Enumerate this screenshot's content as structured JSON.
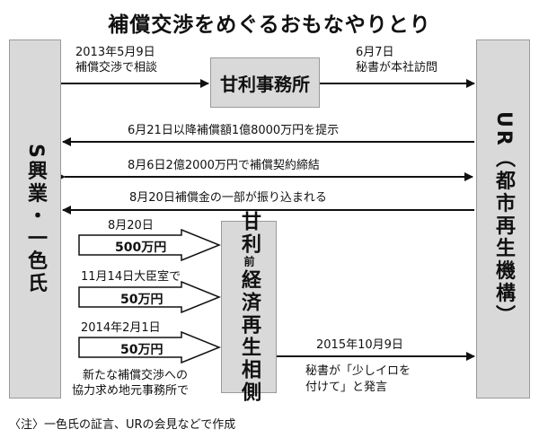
{
  "title": "補償交渉をめぐるおもなやりとり",
  "entities": {
    "left": "S興業・一色氏",
    "right": "UR（都市再生機構）",
    "office": "甘利事務所",
    "minister_name": "甘利",
    "minister_small": "前",
    "minister_role": "経済再生相側"
  },
  "events": {
    "e1_line1": "2013年5月9日",
    "e1_line2": "補償交渉で相談",
    "e2_line1": "6月7日",
    "e2_line2": "秘書が本社訪問",
    "e3": "6月21日以降補償額1億8000万円を提示",
    "e4": "8月6日2億2000万円で補償契約締結",
    "e5": "8月20日補償金の一部が振り込まれる",
    "p1_date": "8月20日",
    "p1_amount": "500万円",
    "p2_date": "11月14日大臣室で",
    "p2_amount": "50万円",
    "p3_date": "2014年2月1日",
    "p3_amount": "50万円",
    "req_line1": "新たな補償交渉への",
    "req_line2": "協力求め地元事務所で",
    "e6_date": "2015年10月9日",
    "e6_line1": "秘書が「少しイロを",
    "e6_line2": "付けて」と発言"
  },
  "footnote": "〈注〉一色氏の証言、URの会見などで作成",
  "colors": {
    "box": "#d9d9d9",
    "line": "#111111"
  }
}
